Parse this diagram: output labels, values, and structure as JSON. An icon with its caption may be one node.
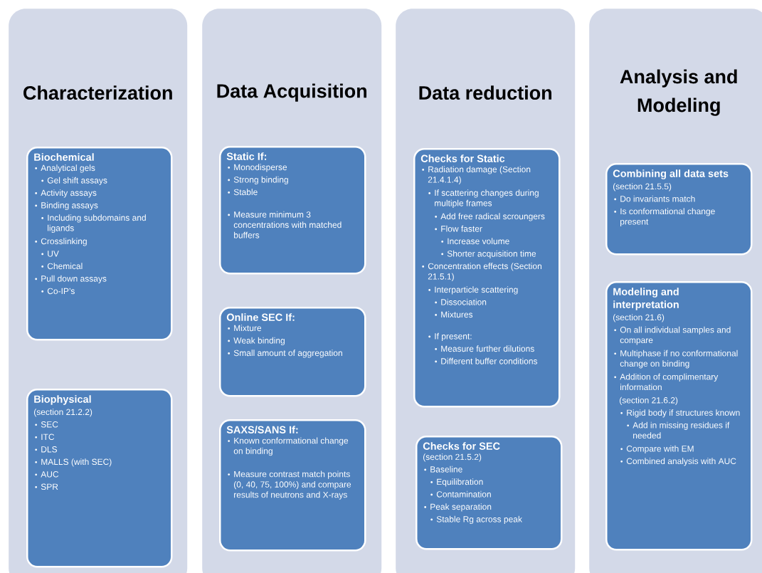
{
  "diagram": {
    "nodes": [
      {
        "text": [
          "Characterization"
        ]
      },
      {
        "text": [
          "Biochemical",
          "Analytical gels",
          "Gel shift assays",
          "Activity assays",
          "Binding assays",
          "Including subdomains and ligands",
          "Crosslinking",
          "UV",
          "Chemical",
          "Pull down assays",
          "Co-IP’s"
        ],
        "in": 0
      },
      {
        "text": [
          "Biophysical",
          "(section 21.2.2)",
          "SEC",
          "ITC",
          "DLS",
          "MALLS (with SEC)",
          "AUC",
          "SPR"
        ],
        "in": 0
      },
      {
        "text": [
          "Data Acquisition"
        ]
      },
      {
        "text": [
          "Static If:",
          "Monodisperse",
          "Strong binding",
          "Stable",
          "Measure minimum 3 concentrations with matched buffers"
        ],
        "in": 3
      },
      {
        "text": [
          "Online SEC If:",
          "Mixture",
          "Weak binding",
          "Small amount of aggregation"
        ],
        "in": 3
      },
      {
        "text": [
          "SAXS/SANS If:",
          "Known conformational change on binding",
          "Measure contrast match points (0, 40, 75, 100%) and compare results of neutrons and X-rays"
        ],
        "in": 3
      },
      {
        "text": [
          "Data reduction"
        ]
      },
      {
        "text": [
          "Checks for Static",
          "Radiation damage (Section 21.4.1.4)",
          "If scattering changes during multiple frames",
          "Add free radical scroungers",
          "Flow faster",
          "Increase volume",
          "Shorter acquisition time",
          "Concentration effects (Section 21.5.1)",
          "Interparticle scattering",
          "Dissociation",
          "Mixtures",
          "If present:",
          "Measure further dilutions",
          "Different buffer conditions"
        ],
        "in": 7
      },
      {
        "text": [
          "Checks for SEC",
          "(section 21.5.2)",
          "Baseline",
          "Equilibration",
          "Contamination",
          "Peak separation",
          "Stable Rg across peak"
        ],
        "in": 7
      },
      {
        "text": [
          "Analysis and Modeling"
        ]
      },
      {
        "text": [
          "Combining all data sets",
          "(section 21.5.5)",
          "Do invariants match",
          "Is conformational change present"
        ],
        "in": 10
      },
      {
        "text": [
          "Modeling and interpretation",
          "(section 21.6)",
          "On all individual samples and compare",
          "Multiphase if no conformational change on binding",
          "Addition of complimentary information",
          "(section 21.6.2)",
          "Rigid body if structures known",
          "Add in missing residues if needed",
          "Compare with EM",
          "Combined analysis with AUC"
        ],
        "in": 10
      }
    ]
  }
}
